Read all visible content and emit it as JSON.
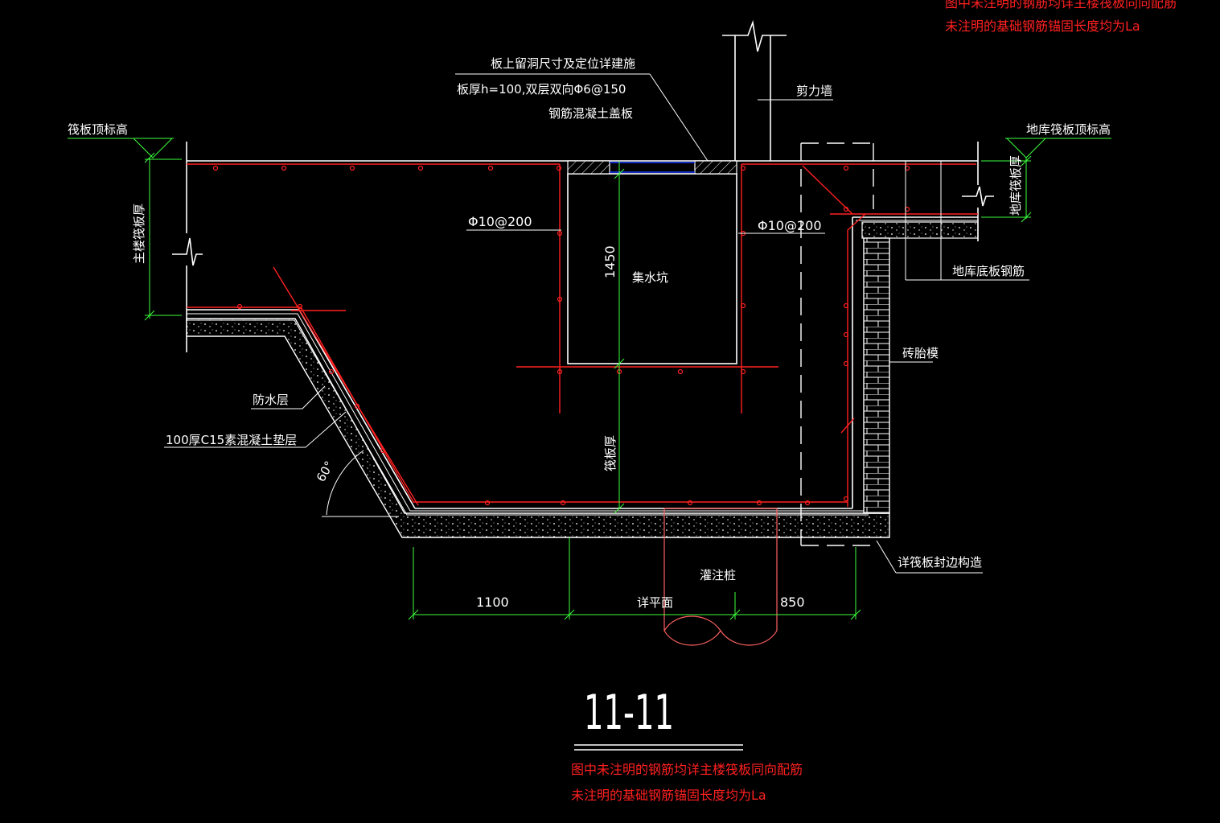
{
  "notes_top": {
    "line1": "图中未注明的钢筋均详主楼筏板同向配筋",
    "line2": "未注明的基础钢筋锚固长度均为La"
  },
  "labels": {
    "hole_note": "板上留洞尺寸及定位详建施",
    "slab_spec": "板厚h=100,双层双向Φ6@150",
    "cover_slab": "钢筋混凝土盖板",
    "shear_wall": "剪力墙",
    "raft_top_left": "筏板顶标高",
    "raft_top_right": "地库筏板顶标高",
    "main_raft_thickness": "主楼筏板厚",
    "garage_raft_thickness": "地库筏板厚",
    "rebar_left": "Φ10@200",
    "rebar_right": "Φ10@200",
    "dim_1450": "1450",
    "sump_pit": "集水坑",
    "garage_bottom_rebar": "地库底板钢筋",
    "brick_formwork": "砖胎模",
    "waterproof_layer": "防水层",
    "cushion_layer": "100厚C15素混凝土垫层",
    "angle": "60°",
    "raft_thickness": "筏板厚",
    "edge_detail": "详筏板封边构造",
    "pile": "灌注桩",
    "dim_1100": "1100",
    "see_plan": "详平面",
    "dim_850": "850"
  },
  "section_title": "11-11",
  "notes_bottom": {
    "line1": "图中未注明的钢筋均详主楼筏板同向配筋",
    "line2": "未注明的基础钢筋锚固长度均为La"
  },
  "colors": {
    "background": "#000000",
    "structure": "#ffffff",
    "rebar": "#ff2020",
    "dimension": "#3cff3c",
    "cover_gap": "#1a3cff"
  }
}
